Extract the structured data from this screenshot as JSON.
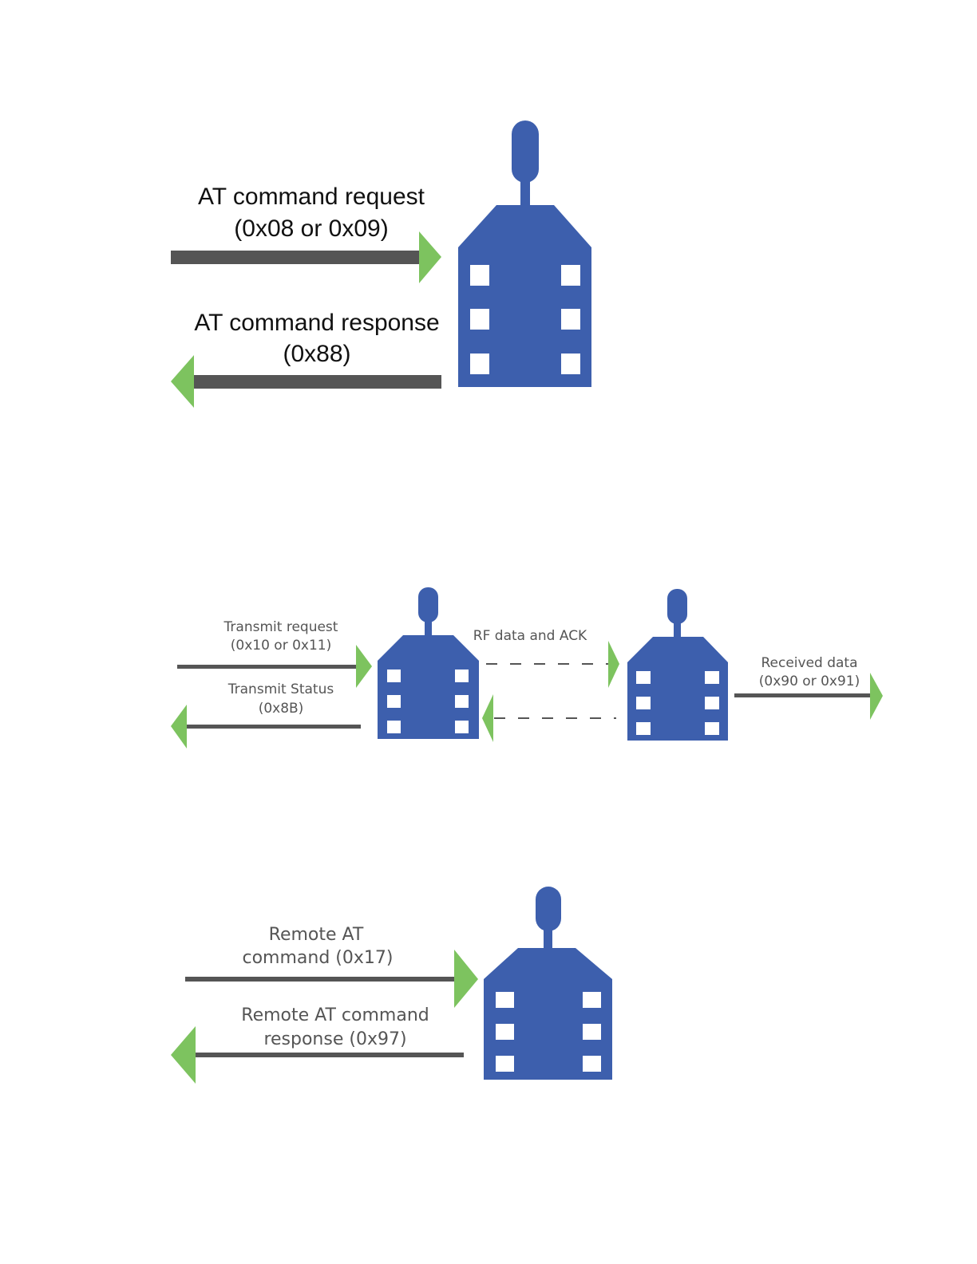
{
  "colors": {
    "device": "#3d5fad",
    "arrow_head": "#7dc35f",
    "arrow_line": "#555555"
  },
  "diagram1": {
    "request_line1": "AT command request",
    "request_line2": "(0x08 or 0x09)",
    "response_line1": "AT command response",
    "response_line2": "(0x88)"
  },
  "diagram2": {
    "transmit_request_line1": "Transmit request",
    "transmit_request_line2": "(0x10 or 0x11)",
    "transmit_status_line1": "Transmit Status",
    "transmit_status_line2": "(0x8B)",
    "rf_label": "RF data and ACK",
    "received_line1": "Received data",
    "received_line2": "(0x90 or 0x91)"
  },
  "diagram3": {
    "remote_cmd_line1": "Remote AT",
    "remote_cmd_line2": "command (0x17)",
    "remote_resp_line1": "Remote AT command",
    "remote_resp_line2": "response (0x97)"
  }
}
